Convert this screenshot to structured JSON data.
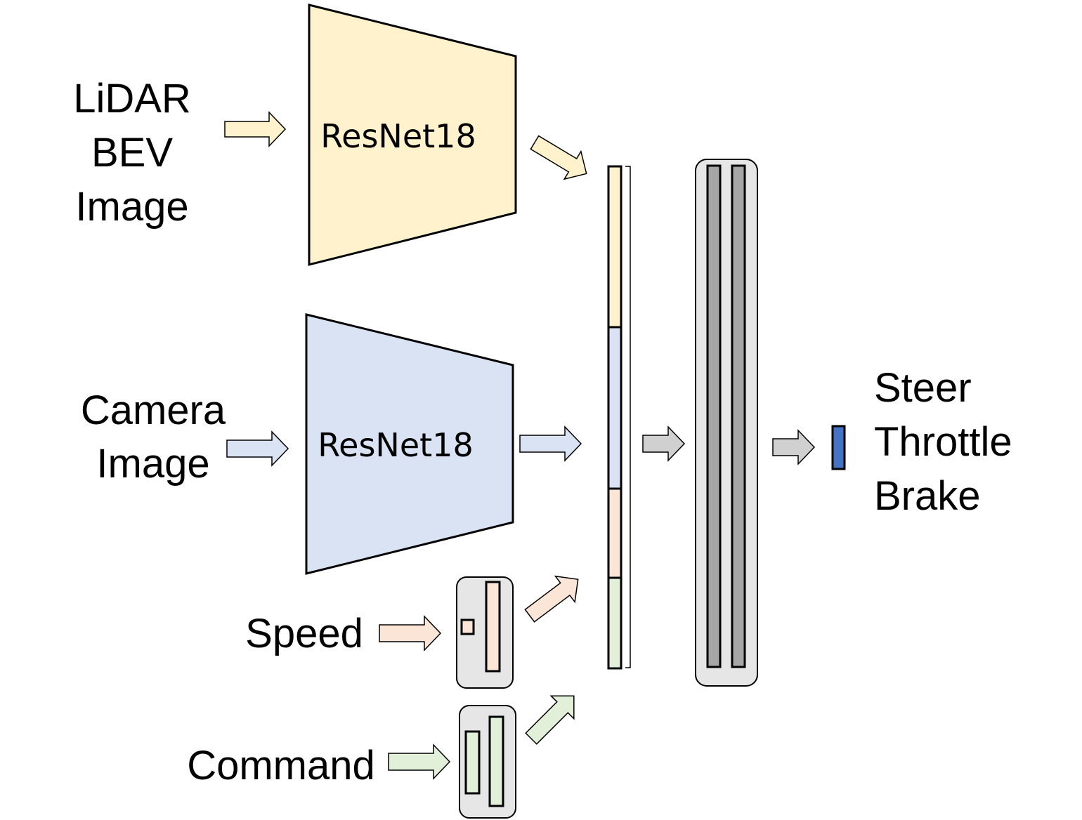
{
  "inputs": {
    "lidar": [
      "LiDAR",
      "BEV",
      "Image"
    ],
    "camera": [
      "Camera",
      "Image"
    ],
    "speed": "Speed",
    "command": "Command"
  },
  "encoders": {
    "lidar": "ResNet18",
    "camera": "ResNet18"
  },
  "outputs": [
    "Steer",
    "Throttle",
    "Brake"
  ],
  "colors": {
    "lidar": "#fff2cc",
    "camera": "#dae3f3",
    "speed": "#fbe5d6",
    "command": "#e2f0d9",
    "mlp_box": "#e6e6e6",
    "mlp_layer": "#a6a6a6",
    "output": "#4472c4",
    "gray_arrow": "#d0d0d0"
  }
}
